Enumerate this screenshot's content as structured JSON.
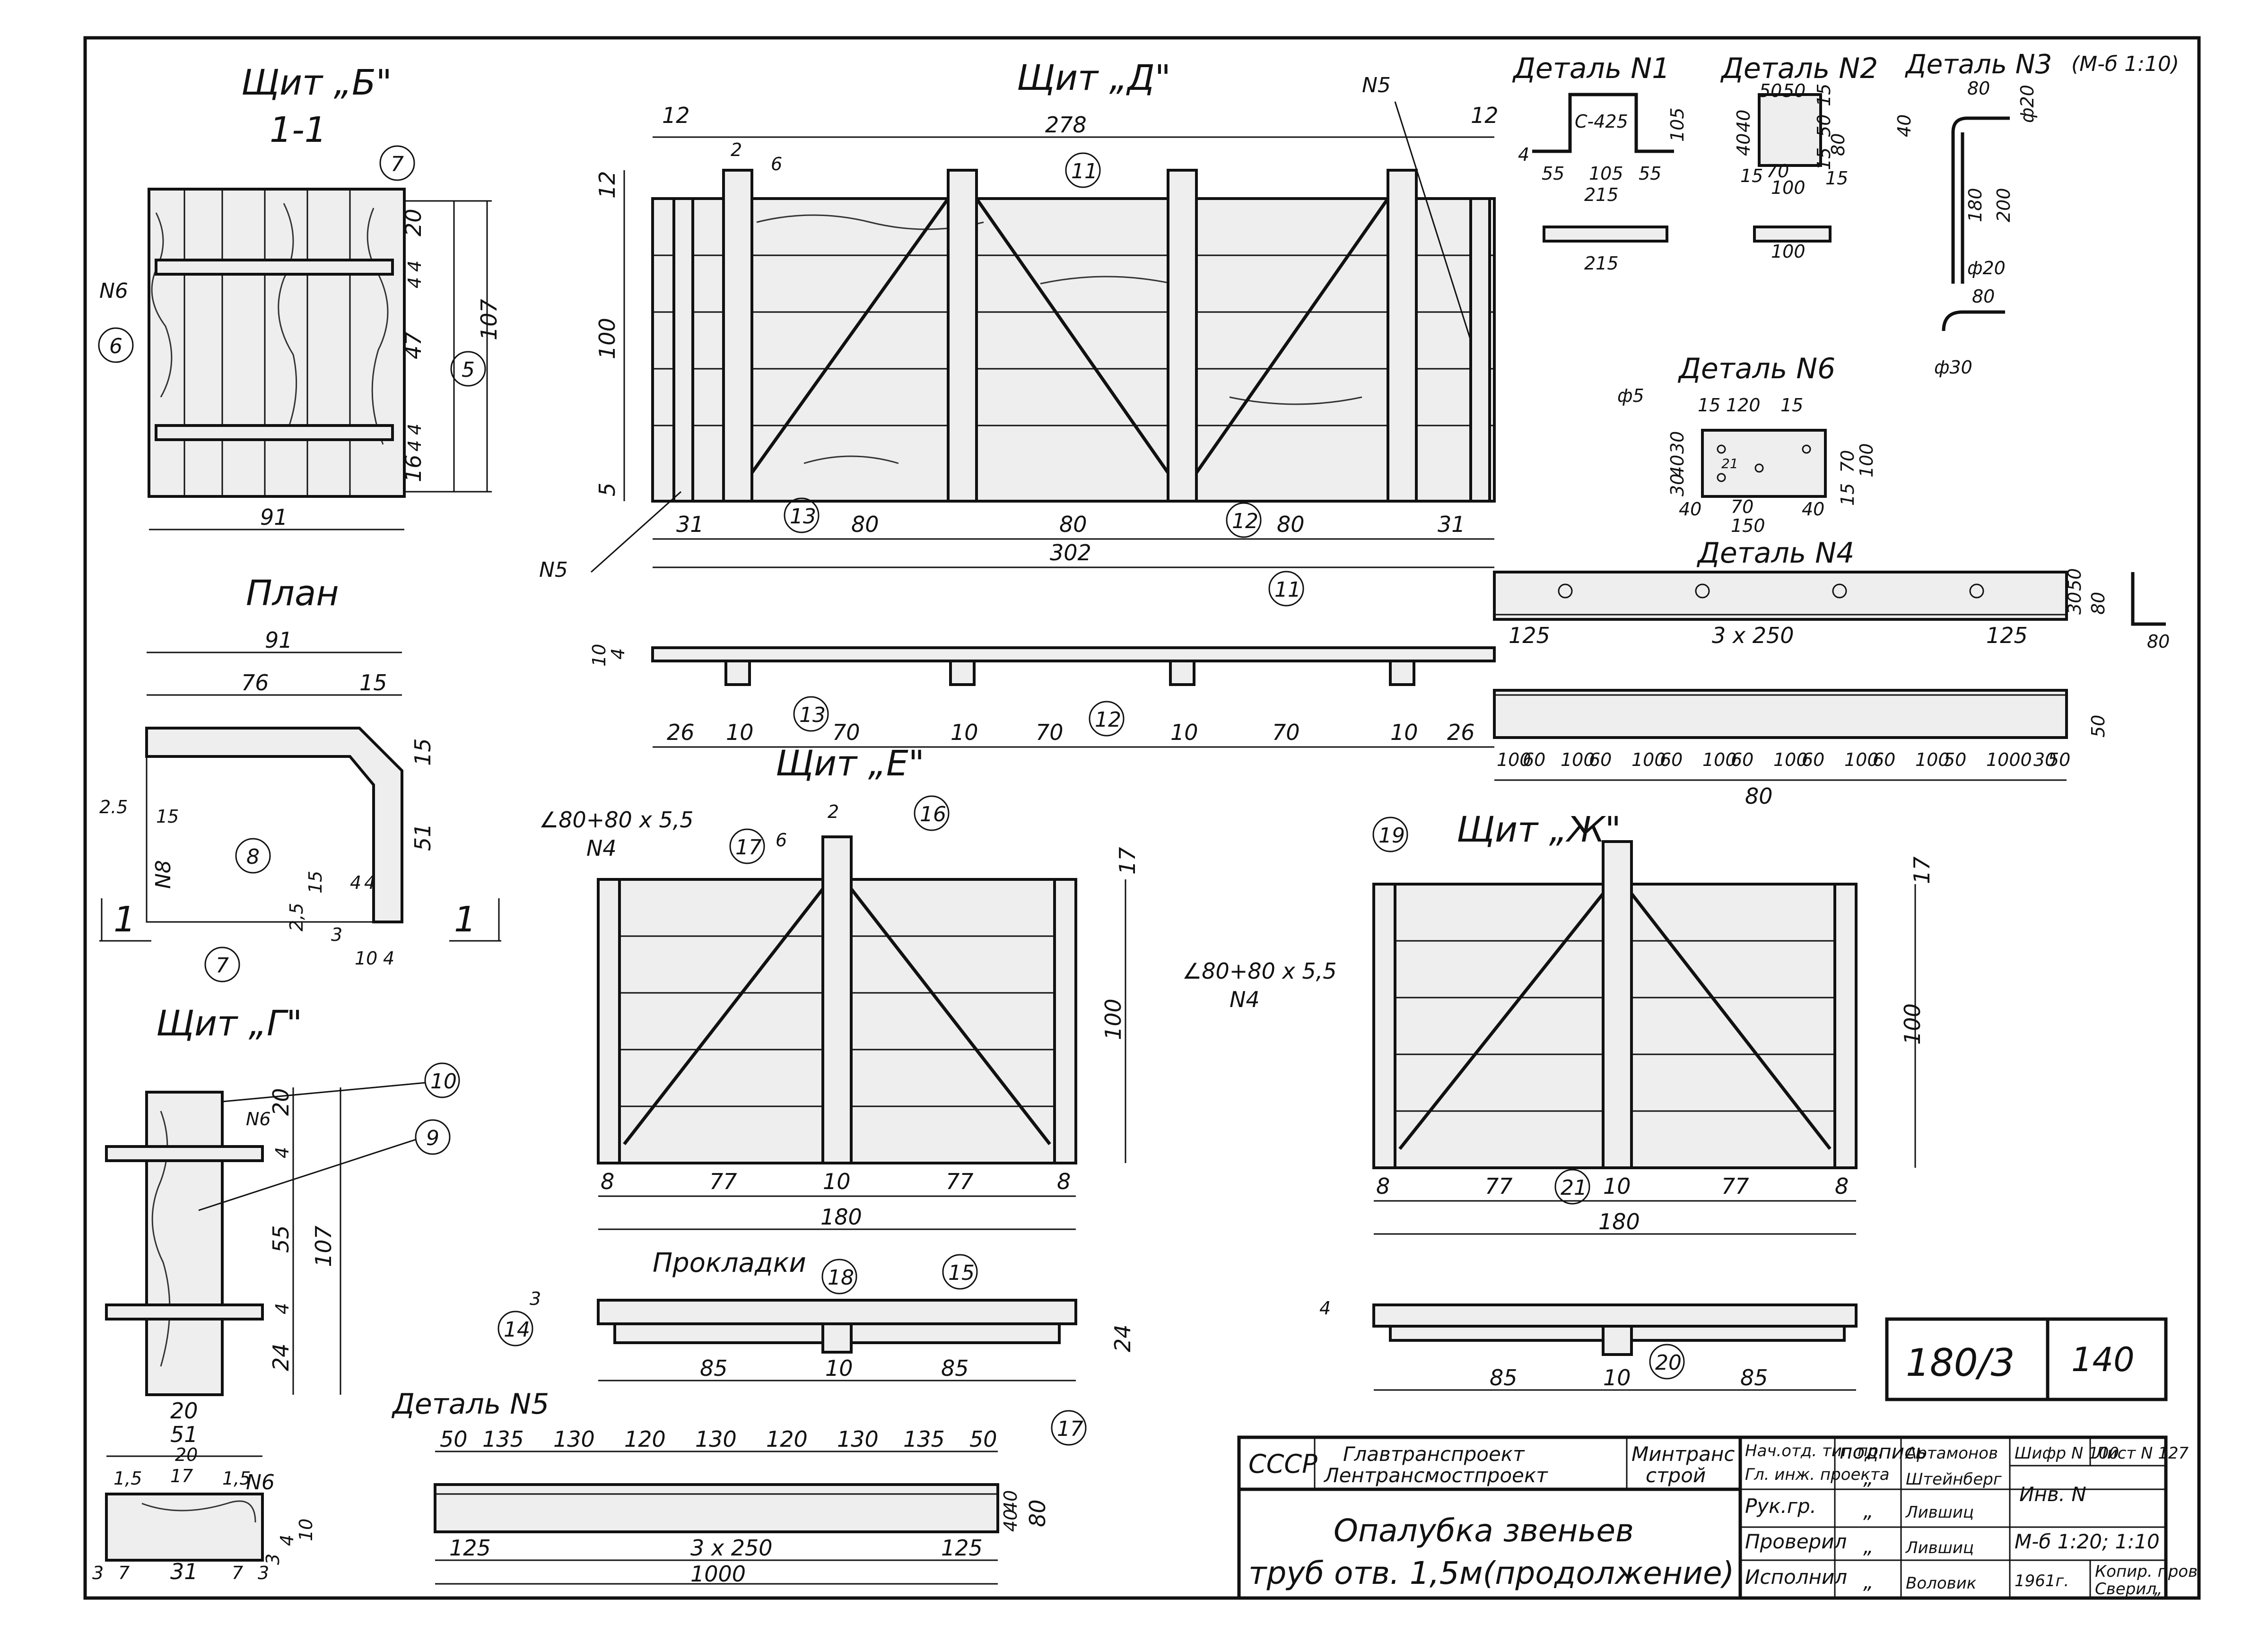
{
  "views": {
    "shield_b": {
      "title": "Щит „Б\"",
      "section": "1-1",
      "dims": [
        "20",
        "4",
        "4",
        "47",
        "4",
        "4",
        "16",
        "107",
        "91"
      ],
      "callouts": [
        "7",
        "N6",
        "6",
        "5"
      ]
    },
    "plan": {
      "title": "План",
      "dims": [
        "91",
        "76",
        "15",
        "15",
        "51",
        "2.5",
        "15",
        "2,5",
        "15",
        "3",
        "4",
        "4",
        "10",
        "4"
      ],
      "callouts": [
        "N8",
        "8",
        "7"
      ],
      "section_marks": [
        "1",
        "1"
      ]
    },
    "shield_g": {
      "title": "Щит „Г\"",
      "dims": [
        "N6",
        "20",
        "4",
        "55",
        "107",
        "4",
        "24",
        "20",
        "51"
      ],
      "callouts": [
        "10",
        "9"
      ]
    },
    "shield_g_small": {
      "dims": [
        "20",
        "1,5",
        "17",
        "1,5",
        "N6",
        "3",
        "7",
        "31",
        "7",
        "3",
        "3",
        "4",
        "10"
      ]
    },
    "shield_d": {
      "title": "Щит „Д\"",
      "top_dims": [
        "12",
        "2",
        "6",
        "278",
        "12"
      ],
      "side_dims": [
        "12",
        "100",
        "5"
      ],
      "bottom_dims": [
        "31",
        "80",
        "80",
        "80",
        "31",
        "302"
      ],
      "callouts": [
        "N5",
        "11",
        "12",
        "13",
        "N5"
      ]
    },
    "shield_d_plan": {
      "dims": [
        "10",
        "4",
        "26",
        "10",
        "70",
        "10",
        "70",
        "10",
        "70",
        "10",
        "26"
      ],
      "callouts": [
        "11",
        "12",
        "13"
      ]
    },
    "shield_e": {
      "title": "Щит „Е\"",
      "angle_note": "∠80+80 x 5,5",
      "angle_no": "N4",
      "dims": [
        "2",
        "6",
        "17",
        "100",
        "8",
        "77",
        "10",
        "77",
        "8",
        "180"
      ],
      "callouts": [
        "16",
        "17"
      ]
    },
    "shield_e_plan": {
      "label": "Прокладки",
      "dims": [
        "3",
        "24",
        "85",
        "10",
        "85"
      ],
      "callouts": [
        "18",
        "15",
        "14",
        "17"
      ]
    },
    "shield_zh": {
      "title": "Щит „Ж\"",
      "angle_note": "∠80+80 x 5,5",
      "angle_no": "N4",
      "dims": [
        "17",
        "100",
        "8",
        "77",
        "10",
        "77",
        "8",
        "180"
      ],
      "callouts": [
        "19",
        "21"
      ]
    },
    "shield_zh_plan": {
      "dims": [
        "4",
        "85",
        "10",
        "85"
      ],
      "callouts": [
        "20"
      ]
    },
    "detail1": {
      "title": "Деталь N1",
      "dims": [
        "C-425",
        "105",
        "4",
        "55",
        "105",
        "55",
        "215",
        "215"
      ]
    },
    "detail2": {
      "title": "Деталь N2",
      "dims": [
        "50",
        "50",
        "40",
        "40",
        "15",
        "50",
        "80",
        "15",
        "70",
        "15",
        "100",
        "15",
        "100"
      ]
    },
    "detail3": {
      "title": "Деталь N3",
      "scale": "(М-б 1:10)",
      "dims": [
        "80",
        "40",
        "ф20",
        "180",
        "200",
        "ф20",
        "80",
        "ф30"
      ]
    },
    "detail6": {
      "title": "Деталь N6",
      "dims": [
        "ф5",
        "15",
        "120",
        "15",
        "30",
        "40",
        "30",
        "70",
        "100",
        "15",
        "40",
        "70",
        "40",
        "150",
        "21"
      ]
    },
    "detail4": {
      "title": "Деталь N4",
      "dims": [
        "125",
        "3 x 250",
        "125",
        "50",
        "30",
        "80",
        "80",
        "50",
        "100",
        "60",
        "100",
        "60",
        "100",
        "60",
        "100",
        "60",
        "100",
        "60",
        "100",
        "60",
        "100",
        "50",
        "1000",
        "30",
        "50",
        "80"
      ]
    },
    "detail5": {
      "title": "Деталь N5",
      "top_dims": [
        "50",
        "135",
        "130",
        "120",
        "130",
        "120",
        "130",
        "135",
        "50"
      ],
      "right_dims": [
        "40",
        "40",
        "80"
      ],
      "bottom_dims": [
        "125",
        "3 x 250",
        "125",
        "1000"
      ]
    }
  },
  "stamp": {
    "code": "180/3",
    "sheet_no": "140"
  },
  "title_block": {
    "org1": "СССР",
    "org2": "Главтранспроект",
    "org3": "Лентрансмостпроект",
    "org4": "Минтранс",
    "org5": "строй",
    "drawing_title_1": "Опалубка звеньев",
    "drawing_title_2": "труб отв. 1,5м(продолжение)",
    "roles": [
      "Нач.отд. тип.пр.",
      "Гл. инж. проекта",
      "Рук.гр.",
      "Проверил",
      "Исполнил"
    ],
    "signature_header": "подпись",
    "quotes": [
      "„",
      "„",
      "„",
      "„"
    ],
    "names": [
      "Артамонов",
      "Штейнберг",
      "Лившиц",
      "Лившиц",
      "Воловик"
    ],
    "code_label": "Шифр N 100",
    "sheet_label": "Лист N 127",
    "inv_label": "Инв. N",
    "scale": "М-б 1:20; 1:10",
    "year": "1961г.",
    "copy_label": "Копир. пров.",
    "copy_names": [
      "Сверил",
      "„"
    ]
  }
}
